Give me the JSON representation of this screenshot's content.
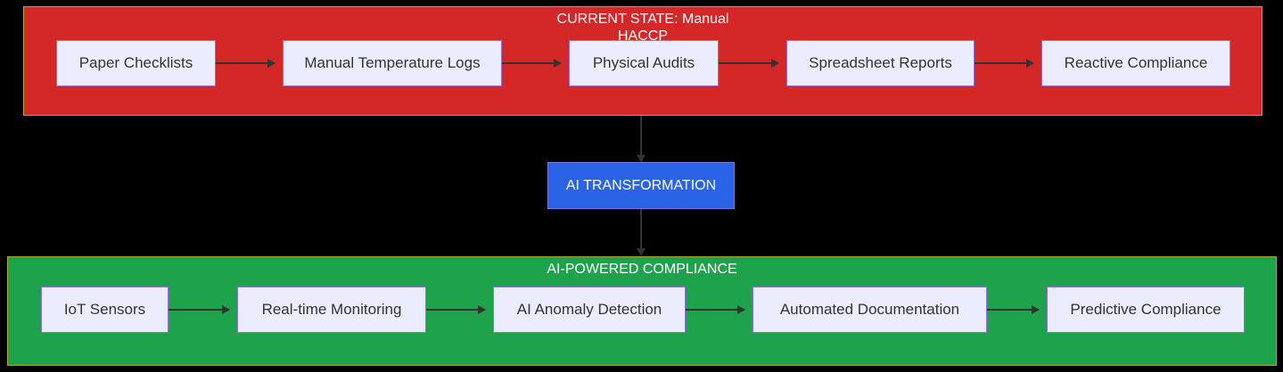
{
  "canvas": {
    "background": "#000000",
    "edge_color": "#333333"
  },
  "node_style": {
    "fill": "#ececff",
    "border": "#9370db",
    "text_color": "#333333"
  },
  "clusters": {
    "current": {
      "title_line1": "CURRENT STATE: Manual",
      "title_line2": "HACCP",
      "fill": "#d42828",
      "border": "#aaaa33",
      "nodes": [
        "Paper Checklists",
        "Manual Temperature Logs",
        "Physical Audits",
        "Spreadsheet Reports",
        "Reactive Compliance"
      ]
    },
    "ai": {
      "title": "AI-POWERED COMPLIANCE",
      "fill": "#1ea24b",
      "border": "#aaaa33",
      "nodes": [
        "IoT Sensors",
        "Real-time Monitoring",
        "AI Anomaly Detection",
        "Automated Documentation",
        "Predictive Compliance"
      ]
    }
  },
  "transform_node": {
    "label": "AI TRANSFORMATION",
    "fill": "#2b63e7",
    "border": "#7d6fe0",
    "text_color": "#ffffff"
  }
}
